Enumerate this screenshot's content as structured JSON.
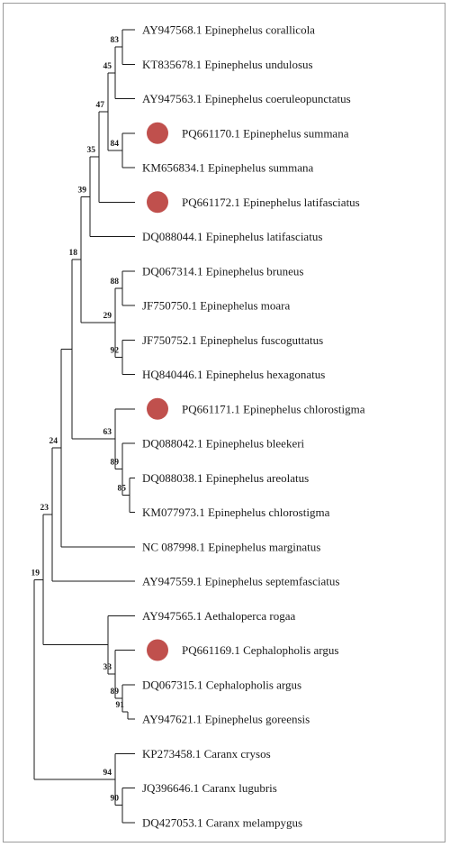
{
  "tree": {
    "marker_color": "#c0504d",
    "taxa": [
      {
        "label": "AY947568.1 Epinephelus corallicola",
        "marked": false
      },
      {
        "label": "KT835678.1 Epinephelus undulosus",
        "marked": false
      },
      {
        "label": "AY947563.1 Epinephelus coeruleopunctatus",
        "marked": false
      },
      {
        "label": "PQ661170.1 Epinephelus summana",
        "marked": true
      },
      {
        "label": "KM656834.1 Epinephelus summana",
        "marked": false
      },
      {
        "label": "PQ661172.1 Epinephelus latifasciatus",
        "marked": true
      },
      {
        "label": "DQ088044.1 Epinephelus latifasciatus",
        "marked": false
      },
      {
        "label": "DQ067314.1 Epinephelus bruneus",
        "marked": false
      },
      {
        "label": "JF750750.1 Epinephelus moara",
        "marked": false
      },
      {
        "label": "JF750752.1 Epinephelus fuscoguttatus",
        "marked": false
      },
      {
        "label": "HQ840446.1 Epinephelus hexagonatus",
        "marked": false
      },
      {
        "label": "PQ661171.1 Epinephelus chlorostigma",
        "marked": true
      },
      {
        "label": "DQ088042.1 Epinephelus bleekeri",
        "marked": false
      },
      {
        "label": "DQ088038.1 Epinephelus areolatus",
        "marked": false
      },
      {
        "label": "KM077973.1 Epinephelus chlorostigma",
        "marked": false
      },
      {
        "label": "NC 087998.1 Epinephelus marginatus",
        "marked": false
      },
      {
        "label": "AY947559.1 Epinephelus septemfasciatus",
        "marked": false
      },
      {
        "label": "AY947565.1 Aethaloperca rogaa",
        "marked": false
      },
      {
        "label": "PQ661169.1 Cephalopholis argus",
        "marked": true
      },
      {
        "label": "DQ067315.1 Cephalopholis argus",
        "marked": false
      },
      {
        "label": "AY947621.1 Epinephelus goreensis",
        "marked": false
      },
      {
        "label": "KP273458.1 Caranx crysos",
        "marked": false
      },
      {
        "label": "JQ396646.1 Caranx lugubris",
        "marked": false
      },
      {
        "label": "DQ427053.1 Caranx melampygus",
        "marked": false
      }
    ],
    "supports": {
      "corallicola_undulosus": "83",
      "plus_coeruleopunctatus": "45",
      "summana_pair": "84",
      "summana_group": "47",
      "plus_pq_latifasciatus": "35",
      "plus_dq_latifasciatus": "39",
      "bruneus_moara": "88",
      "fuscoguttatus_hexagonatus": "92",
      "bruneus_group": "29",
      "main_epinephelus": "18",
      "areolatus_kmchlorostigma": "85",
      "plus_bleekeri": "89",
      "chlorostigma_group": "63",
      "plus_marginatus": "24",
      "plus_septemfasciatus": "23",
      "dq_argus_goreensis": "91",
      "plus_pq_argus": "89",
      "cephalopholis_group": "33",
      "ingroup": "19",
      "lugubris_melampygus": "90",
      "caranx_group": "94"
    }
  }
}
